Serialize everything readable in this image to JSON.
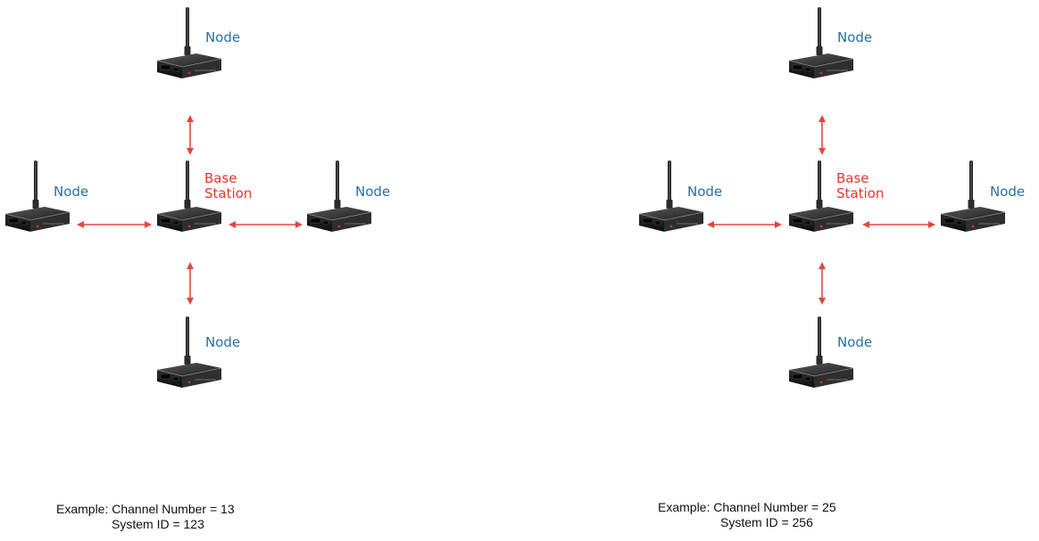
{
  "diagrams": [
    {
      "labels": {
        "node_top": "Node",
        "node_left": "Node",
        "node_right": "Node",
        "node_bottom": "Node",
        "base_line1": "Base",
        "base_line2": "Station"
      },
      "caption": {
        "line1": "Example:  Channel Number = 13",
        "line2": "System ID = 123"
      }
    },
    {
      "labels": {
        "node_top": "Node",
        "node_left": "Node",
        "node_right": "Node",
        "node_bottom": "Node",
        "base_line1": "Base",
        "base_line2": "Station"
      },
      "caption": {
        "line1": "Example:  Channel Number = 25",
        "line2": "System ID = 256"
      }
    }
  ],
  "colors": {
    "node_label": "#2a6fa3",
    "base_label": "#e03a2c",
    "link_arrow": "#e2473b",
    "device_body": "#1b1b1b",
    "caption_text": "#111111"
  }
}
